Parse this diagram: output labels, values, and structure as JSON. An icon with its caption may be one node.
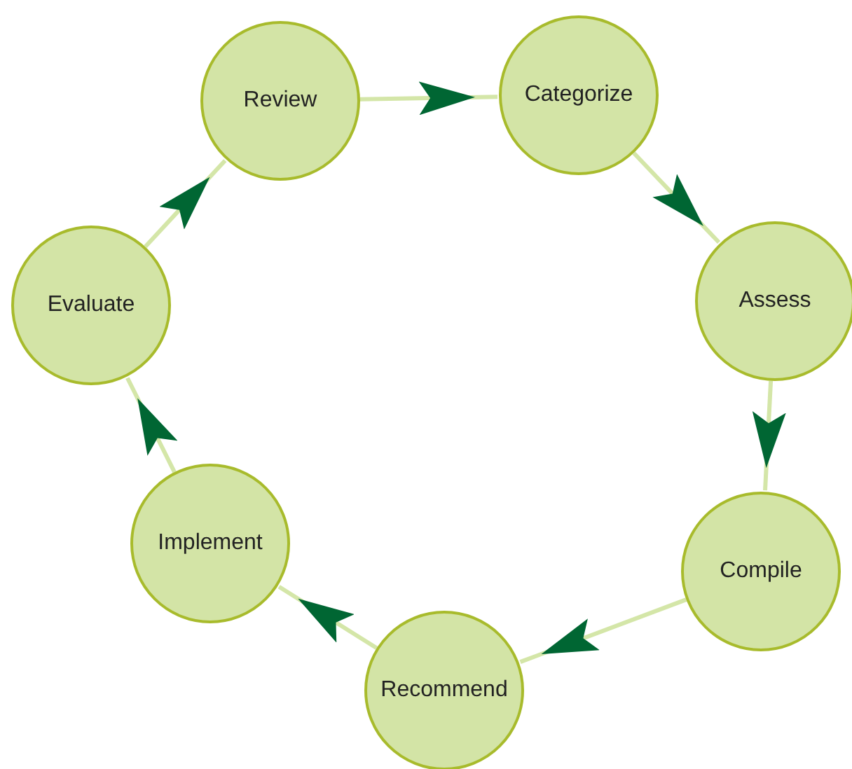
{
  "diagram": {
    "nodes": [
      {
        "text": [
          "Review"
        ]
      },
      {
        "text": [
          "Categorize"
        ]
      },
      {
        "text": [
          "Assess"
        ]
      },
      {
        "text": [
          "Compile"
        ]
      },
      {
        "text": [
          "Recommend"
        ]
      },
      {
        "text": [
          "Implement"
        ]
      },
      {
        "text": [
          "Evaluate"
        ]
      }
    ],
    "edges": [
      {
        "from": 0,
        "to": 1,
        "arrow": "to"
      },
      {
        "from": 1,
        "to": 2,
        "arrow": "to"
      },
      {
        "from": 2,
        "to": 3,
        "arrow": "to"
      },
      {
        "from": 3,
        "to": 4,
        "arrow": "to"
      },
      {
        "from": 4,
        "to": 5,
        "arrow": "to"
      },
      {
        "from": 5,
        "to": 6,
        "arrow": "to"
      },
      {
        "from": 6,
        "to": 0,
        "arrow": "to"
      }
    ]
  }
}
